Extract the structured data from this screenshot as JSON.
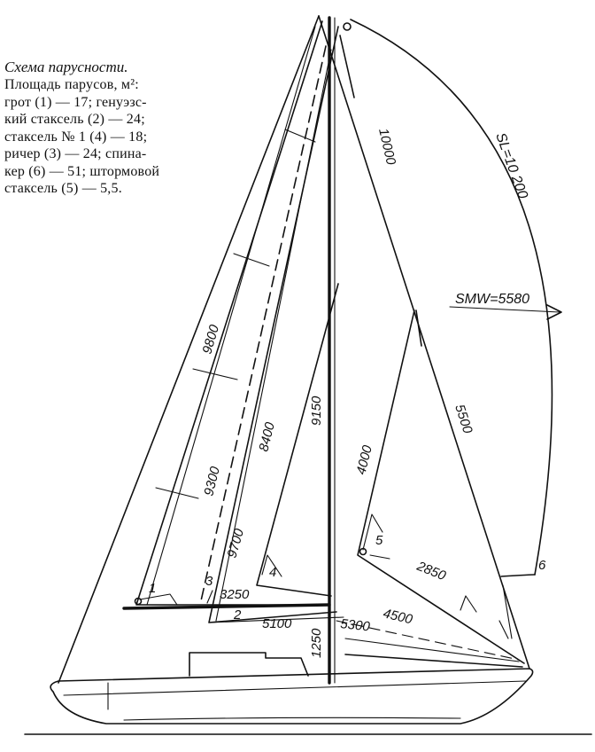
{
  "caption": {
    "title": "Схема парусности.",
    "line1": "Площадь парусов, м²:",
    "line2": "грот (1) — 17; генуэзс-",
    "line3": "кий стаксель (2) — 24;",
    "line4": "стаксель № 1 (4) — 18;",
    "line5": "ричер (3) — 24; спина-",
    "line6": "кер (6) — 51; штормовой",
    "line7": "стаксель (5) — 5,5."
  },
  "dimensions": {
    "sl": "SL=10 200",
    "smw": "SMW=5580",
    "d10000": "10000",
    "d9800": "9800",
    "d9300": "9300",
    "d8400": "8400",
    "d9150": "9150",
    "d9700": "9700",
    "d4000": "4000",
    "d5500": "5500",
    "d2850": "2850",
    "d4500": "4500",
    "d3250": "3250",
    "d5100": "5100",
    "d5300": "5300",
    "d1250": "1250"
  },
  "sail_numbers": {
    "n1": "1",
    "n2": "2",
    "n3": "3",
    "n4": "4",
    "n5": "5",
    "n6": "6"
  }
}
